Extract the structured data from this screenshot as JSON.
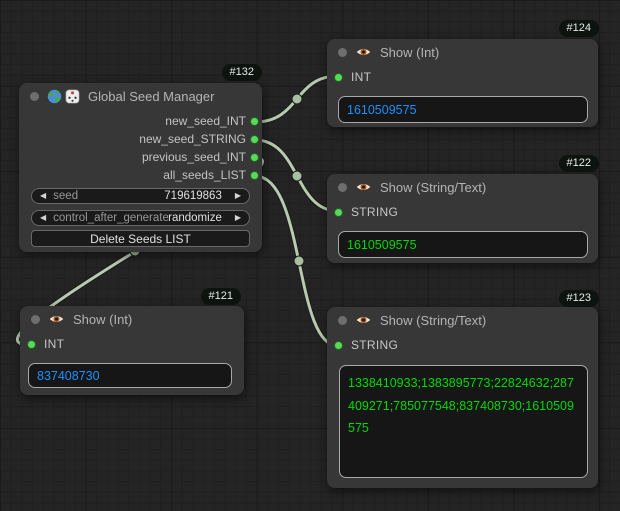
{
  "colors": {
    "wire": "#b7c9af",
    "port_green": "#57da57",
    "int_value_blue": "#1e90ff",
    "string_value_green": "#00d900",
    "node_bg": "#373737",
    "canvas_bg": "#242424"
  },
  "nodes": {
    "manager": {
      "badge": "#132",
      "title": "Global Seed Manager",
      "icons": [
        "globe-icon",
        "dice-icon"
      ],
      "outputs": [
        "new_seed_INT",
        "new_seed_STRING",
        "previous_seed_INT",
        "all_seeds_LIST"
      ],
      "widgets": {
        "seed": {
          "label": "seed",
          "value": "719619863"
        },
        "control": {
          "label": "control_after_generate",
          "value": "randomize"
        },
        "delete_button": "Delete Seeds LIST"
      }
    },
    "show124": {
      "badge": "#124",
      "title": "Show (Int)",
      "input_label": "INT",
      "value": "1610509575"
    },
    "show122": {
      "badge": "#122",
      "title": "Show (String/Text)",
      "input_label": "STRING",
      "value": "1610509575"
    },
    "show121": {
      "badge": "#121",
      "title": "Show (Int)",
      "input_label": "INT",
      "value": "837408730"
    },
    "show123": {
      "badge": "#123",
      "title": "Show (String/Text)",
      "input_label": "STRING",
      "value": "1338410933;1383895773;22824632;287409271;785077548;837408730;1610509575"
    }
  },
  "links": [
    {
      "from": "Global Seed Manager.new_seed_INT",
      "to": "Show (Int) #124.INT"
    },
    {
      "from": "Global Seed Manager.new_seed_STRING",
      "to": "Show (String/Text) #122.STRING"
    },
    {
      "from": "Global Seed Manager.previous_seed_INT",
      "to": "Show (Int) #121.INT"
    },
    {
      "from": "Global Seed Manager.all_seeds_LIST",
      "to": "Show (String/Text) #123.STRING"
    }
  ]
}
